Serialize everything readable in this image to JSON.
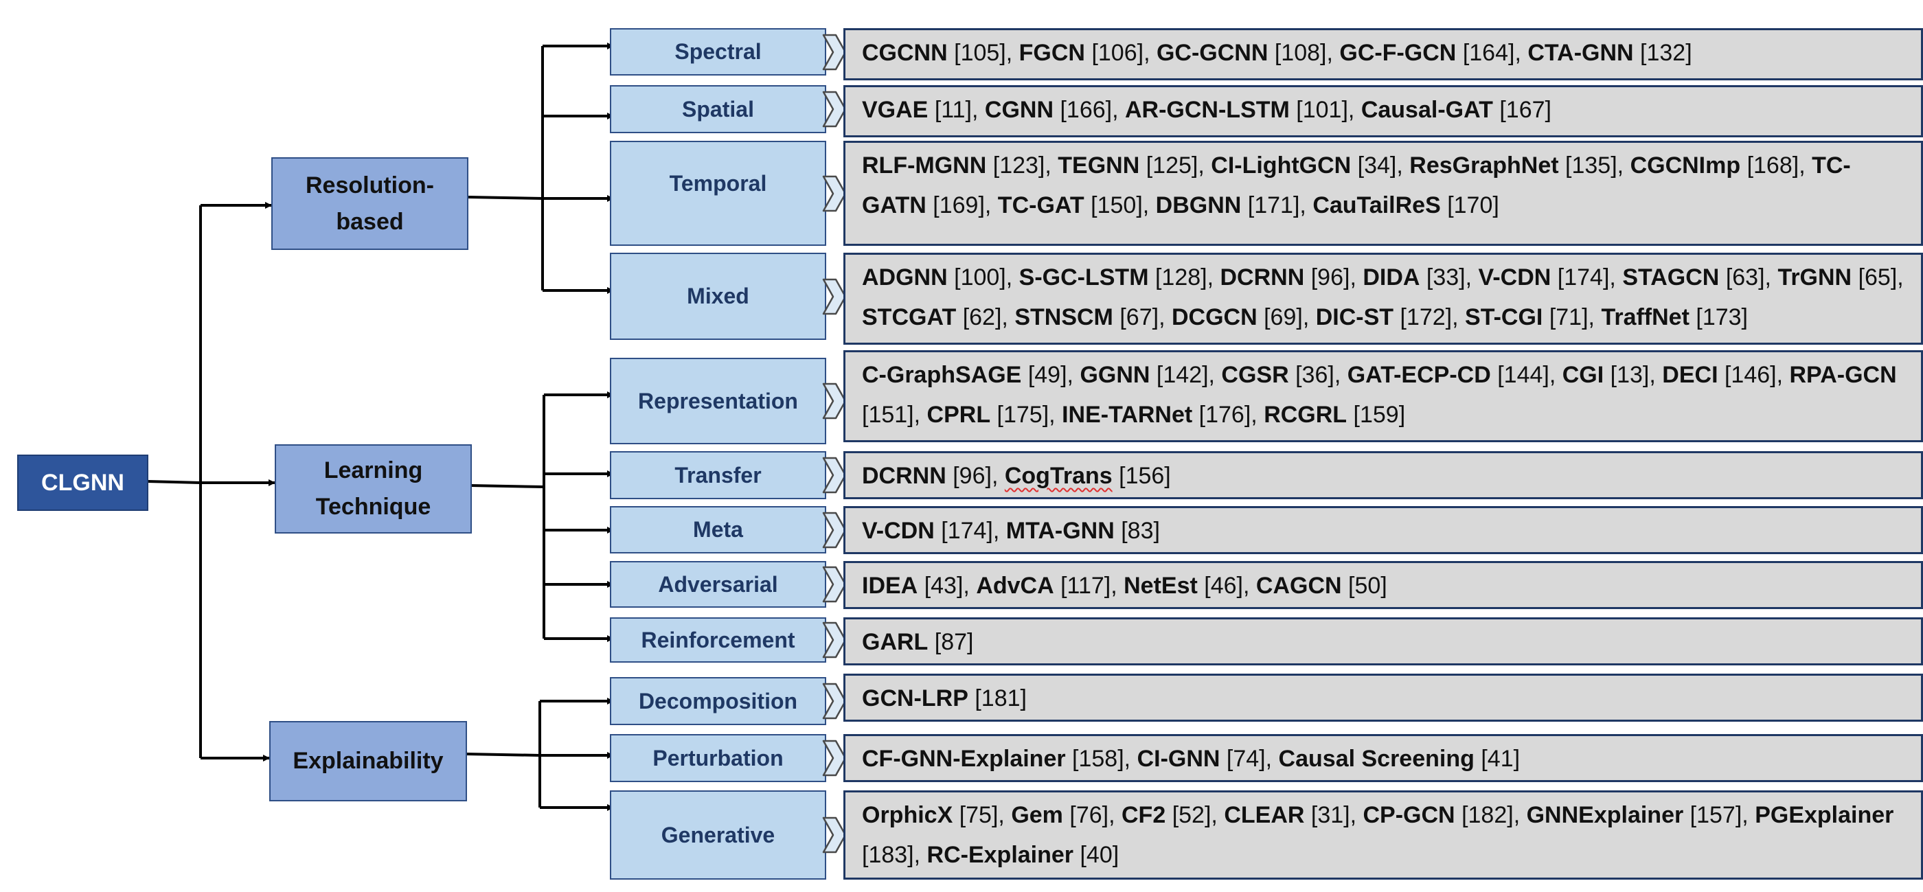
{
  "root": {
    "label": "CLGNN"
  },
  "categories": [
    {
      "label": "Resolution-based"
    },
    {
      "label": "Learning Technique"
    },
    {
      "label": "Explainability"
    }
  ],
  "rows": [
    {
      "label": "Spectral",
      "items": [
        {
          "name": "CGCNN",
          "ref": "[105]"
        },
        {
          "name": "FGCN",
          "ref": "[106]"
        },
        {
          "name": "GC-GCNN",
          "ref": "[108]"
        },
        {
          "name": "GC-F-GCN",
          "ref": "[164]"
        },
        {
          "name": "CTA-GNN",
          "ref": "[132]"
        }
      ]
    },
    {
      "label": "Spatial",
      "items": [
        {
          "name": "VGAE",
          "ref": "[11]"
        },
        {
          "name": "CGNN",
          "ref": "[166]"
        },
        {
          "name": "AR-GCN-LSTM",
          "ref": "[101]"
        },
        {
          "name": "Causal-GAT",
          "ref": "[167]"
        }
      ]
    },
    {
      "label": "Temporal",
      "items": [
        {
          "name": "RLF-MGNN",
          "ref": "[123]"
        },
        {
          "name": "TEGNN",
          "ref": "[125]"
        },
        {
          "name": "CI-LightGCN",
          "ref": "[34]"
        },
        {
          "name": "ResGraphNet",
          "ref": "[135]"
        },
        {
          "name": "CGCNImp",
          "ref": "[168]"
        },
        {
          "name": "TC-GATN",
          "ref": "[169]"
        },
        {
          "name": "TC-GAT",
          "ref": "[150]"
        },
        {
          "name": "DBGNN",
          "ref": "[171]"
        },
        {
          "name": "CauTailReS",
          "ref": "[170]"
        }
      ]
    },
    {
      "label": "Mixed",
      "items": [
        {
          "name": "ADGNN",
          "ref": "[100]"
        },
        {
          "name": "S-GC-LSTM",
          "ref": "[128]"
        },
        {
          "name": "DCRNN",
          "ref": "[96]"
        },
        {
          "name": "DIDA",
          "ref": "[33]"
        },
        {
          "name": "V-CDN",
          "ref": "[174]"
        },
        {
          "name": "STAGCN",
          "ref": "[63]"
        },
        {
          "name": "TrGNN",
          "ref": "[65]"
        },
        {
          "name": "STCGAT",
          "ref": "[62]"
        },
        {
          "name": "STNSCM",
          "ref": "[67]"
        },
        {
          "name": "DCGCN",
          "ref": "[69]"
        },
        {
          "name": "DIC-ST",
          "ref": "[172]"
        },
        {
          "name": "ST-CGI",
          "ref": "[71]"
        },
        {
          "name": "TraffNet",
          "ref": "[173]"
        }
      ]
    },
    {
      "label": "Representation",
      "items": [
        {
          "name": "C-GraphSAGE",
          "ref": "[49]"
        },
        {
          "name": "GGNN",
          "ref": "[142]"
        },
        {
          "name": "CGSR",
          "ref": "[36]"
        },
        {
          "name": "GAT-ECP-CD",
          "ref": "[144]"
        },
        {
          "name": "CGI",
          "ref": "[13]"
        },
        {
          "name": "DECI",
          "ref": "[146]"
        },
        {
          "name": "RPA-GCN",
          "ref": "[151]"
        },
        {
          "name": "CPRL",
          "ref": "[175]"
        },
        {
          "name": "INE-TARNet",
          "ref": "[176]"
        },
        {
          "name": "RCGRL",
          "ref": "[159]"
        }
      ]
    },
    {
      "label": "Transfer",
      "items": [
        {
          "name": "DCRNN",
          "ref": "[96]"
        },
        {
          "name": "CogTrans",
          "ref": "[156]"
        }
      ]
    },
    {
      "label": "Meta",
      "items": [
        {
          "name": "V-CDN",
          "ref": "[174]"
        },
        {
          "name": "MTA-GNN",
          "ref": "[83]"
        }
      ]
    },
    {
      "label": "Adversarial",
      "items": [
        {
          "name": "IDEA",
          "ref": "[43]"
        },
        {
          "name": "AdvCA",
          "ref": "[117]"
        },
        {
          "name": "NetEst",
          "ref": "[46]"
        },
        {
          "name": "CAGCN",
          "ref": "[50]"
        }
      ]
    },
    {
      "label": "Reinforcement",
      "items": [
        {
          "name": "GARL",
          "ref": "[87]"
        }
      ]
    },
    {
      "label": "Decomposition",
      "items": [
        {
          "name": "GCN-LRP",
          "ref": "[181]"
        }
      ]
    },
    {
      "label": "Perturbation",
      "items": [
        {
          "name": "CF-GNN-Explainer",
          "ref": "[158]"
        },
        {
          "name": "CI-GNN",
          "ref": "[74]"
        },
        {
          "name": "Causal Screening",
          "ref": "[41]"
        }
      ]
    },
    {
      "label": "Generative",
      "items": [
        {
          "name": "OrphicX",
          "ref": "[75]"
        },
        {
          "name": "Gem",
          "ref": "[76]"
        },
        {
          "name": "CF2",
          "ref": "[52]"
        },
        {
          "name": "CLEAR",
          "ref": "[31]"
        },
        {
          "name": "CP-GCN",
          "ref": "[182]"
        },
        {
          "name": "GNNExplainer",
          "ref": "[157]"
        },
        {
          "name": "PGExplainer",
          "ref": "[183]"
        },
        {
          "name": "RC-Explainer",
          "ref": "[40]"
        }
      ]
    }
  ]
}
